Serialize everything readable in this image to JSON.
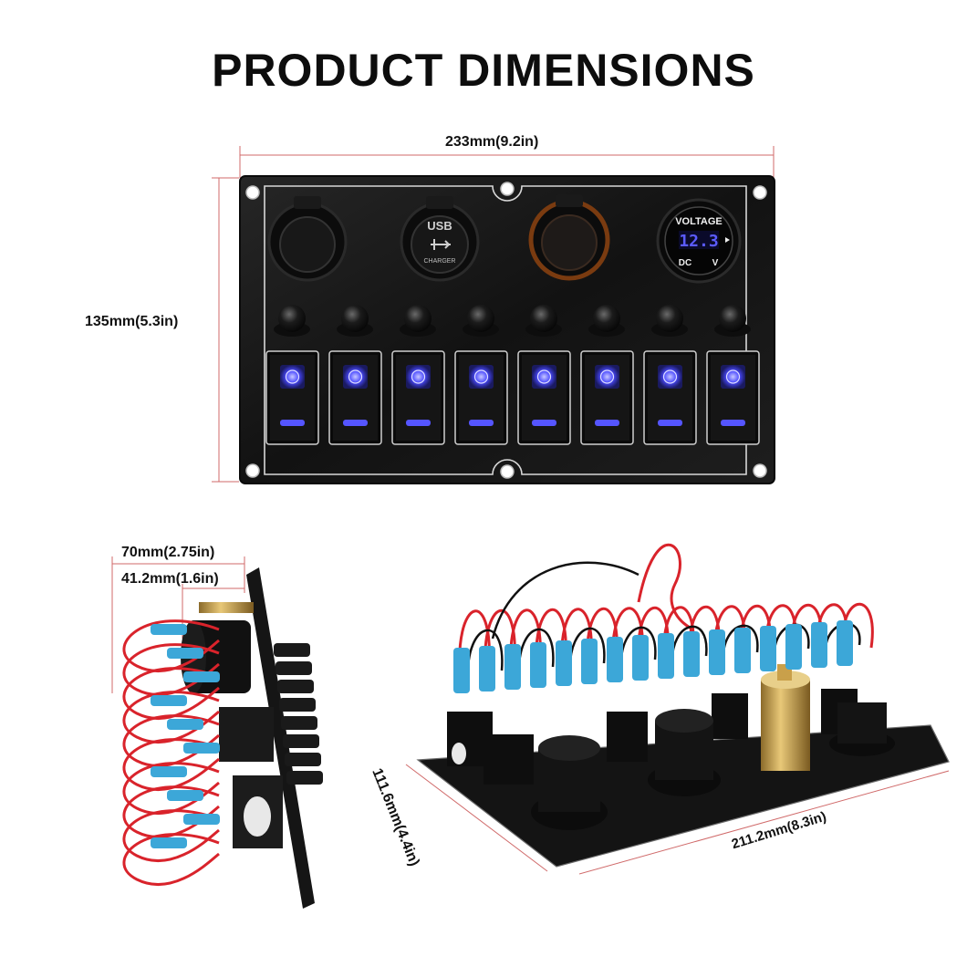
{
  "title": "PRODUCT DIMENSIONS",
  "dimensions": {
    "width": "233mm(9.2in)",
    "height": "135mm(5.3in)",
    "depth_total": "70mm(2.75in)",
    "depth_front": "41.2mm(1.6in)",
    "base_depth": "111.6mm(4.4in)",
    "base_width": "211.2mm(8.3in)"
  },
  "panel": {
    "sockets": [
      {
        "label": "",
        "kind": "cigarette-socket"
      },
      {
        "label": "USB",
        "sub": "CHARGER",
        "kind": "usb-socket"
      },
      {
        "label": "",
        "kind": "cigarette-socket-orange"
      },
      {
        "label": "VOLTAGE",
        "kind": "voltmeter"
      }
    ],
    "voltmeter": {
      "reading": "12.3",
      "unit_left": "DC",
      "unit_right": "V"
    },
    "fuse_count": 8,
    "switch_count": 8
  },
  "colors": {
    "panel": "#141414",
    "switch_led": "#3b3bff",
    "wire_red": "#d9232b",
    "terminal_blue": "#3ca7d8",
    "brass": "#c9a04a"
  }
}
